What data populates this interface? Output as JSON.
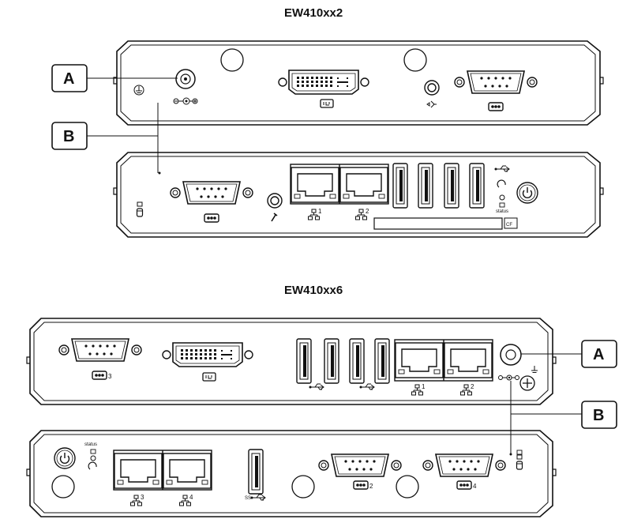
{
  "diagrams": [
    {
      "title": "EW410xx2",
      "callouts": [
        "A",
        "B"
      ],
      "labels": {
        "lan1": "1",
        "lan2": "2",
        "cf": "CF",
        "status": "status"
      }
    },
    {
      "title": "EW410xx6",
      "callouts": [
        "A",
        "B"
      ],
      "labels": {
        "com3": "3",
        "lan1": "1",
        "lan2": "2",
        "lan3": "3",
        "lan4": "4",
        "com2": "2",
        "com4": "4",
        "status": "status"
      }
    }
  ],
  "icons": [
    "ground-icon",
    "power-jack-icon",
    "dvi-icon",
    "audio-icon",
    "serial-icon",
    "ethernet-icon",
    "usb-icon",
    "power-button-icon",
    "compact-flash-icon",
    "hdd-led-icon"
  ]
}
